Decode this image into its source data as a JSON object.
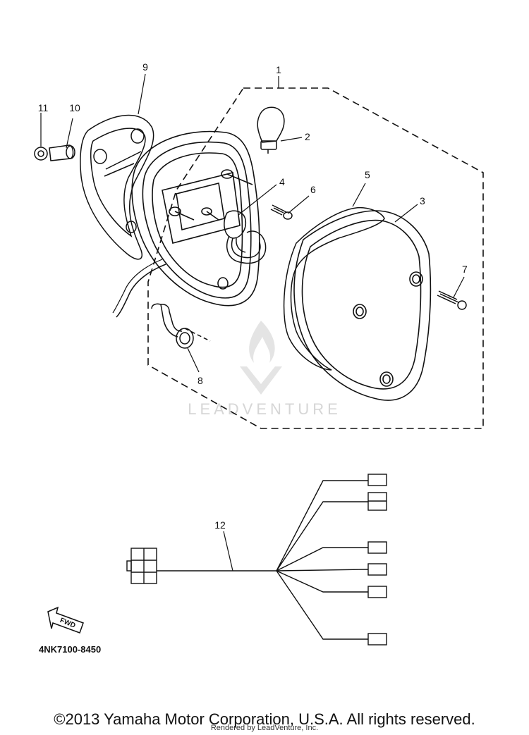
{
  "callouts": {
    "c1": "1",
    "c2": "2",
    "c3": "3",
    "c4": "4",
    "c5": "5",
    "c6": "6",
    "c7": "7",
    "c8": "8",
    "c9": "9",
    "c10": "10",
    "c11": "11",
    "c12": "12"
  },
  "fwd_label": "FWD",
  "diagram_code": "4NK7100-8450",
  "watermark": "LEADVENTURE",
  "copyright": "©2013 Yamaha Motor Corporation, U.S.A. All rights reserved.",
  "rendered_by": "Rendered by LeadVenture, Inc."
}
